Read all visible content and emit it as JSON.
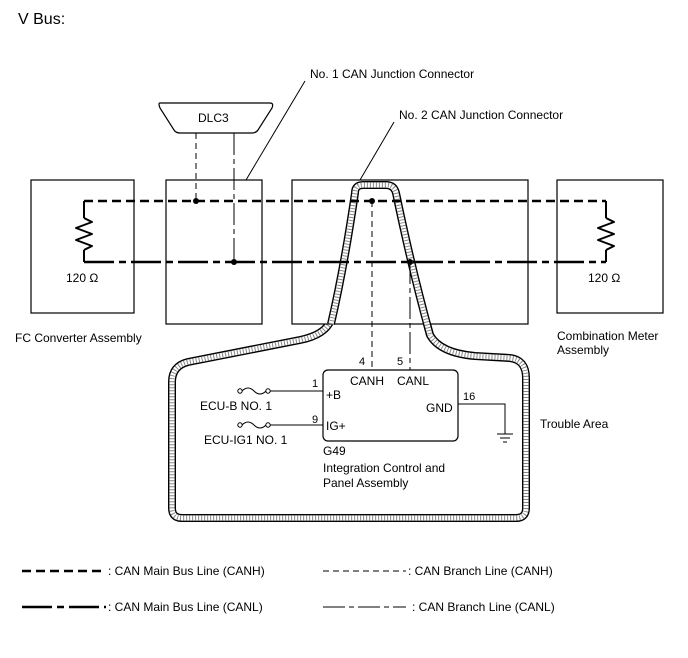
{
  "title": "V Bus:",
  "connectors": {
    "jc1": "No. 1 CAN Junction Connector",
    "jc2": "No. 2 CAN Junction Connector",
    "dlc3": "DLC3"
  },
  "ecus": {
    "fc_converter": "FC Converter Assembly",
    "combination_meter_line1": "Combination Meter",
    "combination_meter_line2": "Assembly",
    "integration_code": "G49",
    "integration_line1": "Integration Control and",
    "integration_line2": "Panel Assembly"
  },
  "resistors": {
    "left": "120 Ω",
    "right": "120 Ω"
  },
  "pins": {
    "canh_num": "4",
    "canl_num": "5",
    "canh": "CANH",
    "canl": "CANL",
    "b_num": "1",
    "b": "+B",
    "ig_num": "9",
    "ig": "IG+",
    "gnd_num": "16",
    "gnd": "GND"
  },
  "fuses": {
    "ecu_b": "ECU-B NO. 1",
    "ecu_ig1": "ECU-IG1 NO. 1"
  },
  "trouble_area": "Trouble Area",
  "legend": {
    "main_canh": ": CAN Main Bus Line (CANH)",
    "main_canl": ": CAN Main Bus Line (CANL)",
    "branch_canh": ": CAN Branch Line (CANH)",
    "branch_canl": ": CAN Branch Line (CANL)"
  }
}
